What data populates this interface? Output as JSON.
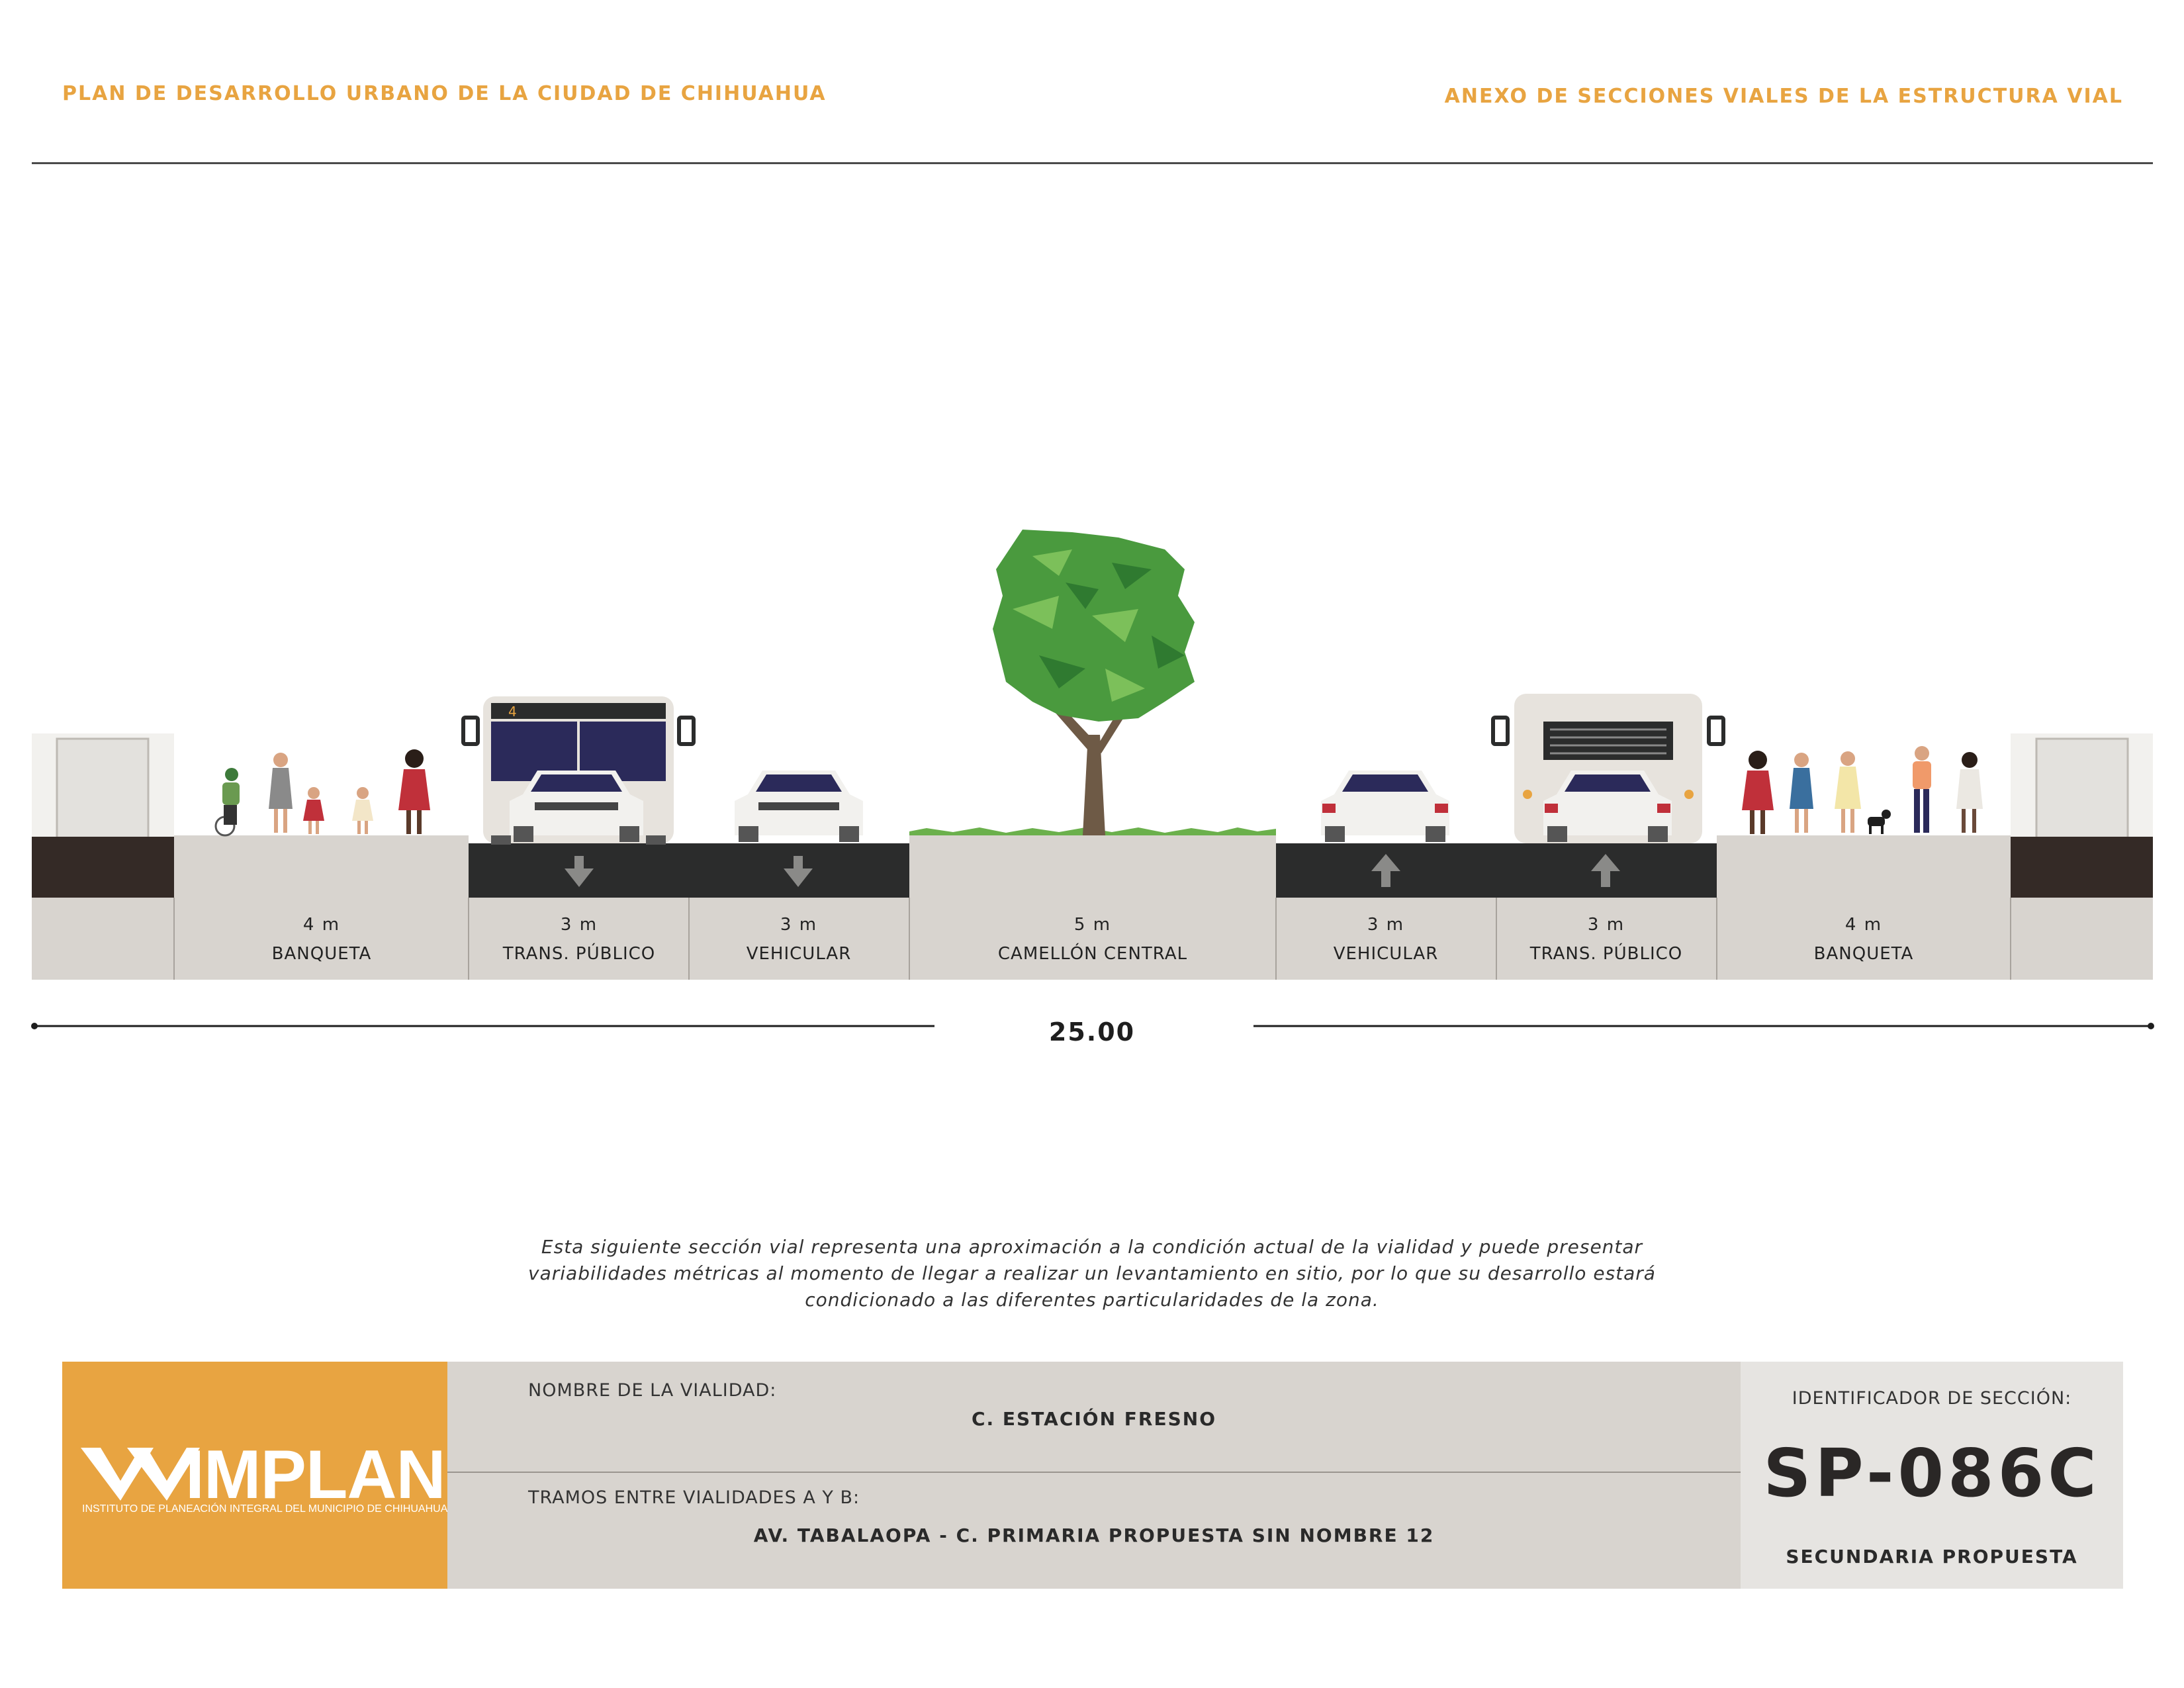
{
  "header": {
    "left_title": "PLAN DE DESARROLLO URBANO DE LA CIUDAD DE CHIHUAHUA",
    "right_title": "ANEXO DE SECCIONES VIALES DE LA ESTRUCTURA VIAL"
  },
  "section": {
    "segments": [
      {
        "width": "4 m",
        "name": "BANQUETA",
        "lane_arrow": "none"
      },
      {
        "width": "3 m",
        "name": "TRANS. PÚBLICO",
        "lane_arrow": "down"
      },
      {
        "width": "3 m",
        "name": "VEHICULAR",
        "lane_arrow": "down"
      },
      {
        "width": "5 m",
        "name": "CAMELLÓN CENTRAL",
        "lane_arrow": "none"
      },
      {
        "width": "3 m",
        "name": "VEHICULAR",
        "lane_arrow": "up"
      },
      {
        "width": "3 m",
        "name": "TRANS. PÚBLICO",
        "lane_arrow": "up"
      },
      {
        "width": "4 m",
        "name": "BANQUETA",
        "lane_arrow": "none"
      }
    ],
    "total_width": "25.00",
    "bus_route_sign": "4",
    "icons": [
      "building-icon",
      "cyclist-icon",
      "pedestrian-icon",
      "bus-icon",
      "car-icon",
      "tree-icon",
      "dog-icon",
      "arrow-down-icon",
      "arrow-up-icon"
    ]
  },
  "disclaimer": {
    "line1": "Esta siguiente sección vial representa una aproximación a la condición actual de la vialidad y puede presentar",
    "line2": "variabilidades métricas al momento de llegar a realizar un levantamiento en sitio, por lo que su desarrollo estará",
    "line3": "condicionado a las diferentes particularidades de la zona."
  },
  "footer": {
    "logo_word": "IMPLAN",
    "logo_subtitle": "INSTITUTO DE PLANEACIÓN INTEGRAL DEL MUNICIPIO DE CHIHUAHUA",
    "road_name_label": "NOMBRE DE LA VIALIDAD:",
    "road_name": "C. ESTACIÓN FRESNO",
    "stretch_label": "TRAMOS ENTRE VIALIDADES A Y B:",
    "stretch": "AV. TABALAOPA - C. PRIMARIA PROPUESTA SIN NOMBRE 12",
    "id_label": "IDENTIFICADOR DE SECCIÓN:",
    "id_code": "SP-086C",
    "classification": "SECUNDARIA PROPUESTA"
  },
  "colors": {
    "accent_orange": "#e8a441",
    "asphalt": "#2b2c2c",
    "sidewalk": "#d8d4cf",
    "curb_brown": "#342a26",
    "tree_green": "#4a9a3e"
  }
}
